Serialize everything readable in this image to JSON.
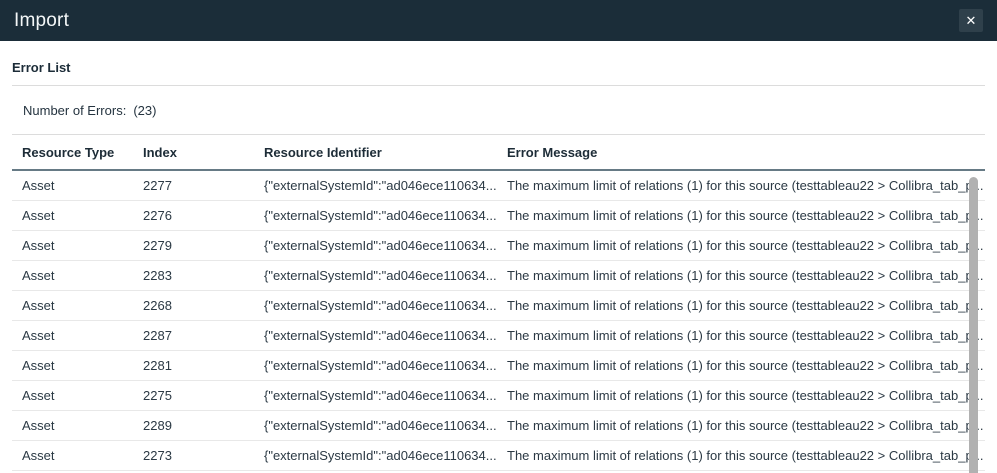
{
  "modal": {
    "title": "Import",
    "close_icon": "✕"
  },
  "error_list": {
    "heading": "Error List",
    "count_label": "Number of Errors:",
    "count_value": "(23)"
  },
  "table": {
    "columns": [
      "Resource Type",
      "Index",
      "Resource Identifier",
      "Error Message"
    ],
    "rows": [
      {
        "resource_type": "Asset",
        "index": "2277",
        "resource_identifier": "{\"externalSystemId\":\"ad046ece110634...",
        "error_message": "The maximum limit of relations (1) for this source (testtableau22 > Collibra_tab_p..."
      },
      {
        "resource_type": "Asset",
        "index": "2276",
        "resource_identifier": "{\"externalSystemId\":\"ad046ece110634...",
        "error_message": "The maximum limit of relations (1) for this source (testtableau22 > Collibra_tab_p..."
      },
      {
        "resource_type": "Asset",
        "index": "2279",
        "resource_identifier": "{\"externalSystemId\":\"ad046ece110634...",
        "error_message": "The maximum limit of relations (1) for this source (testtableau22 > Collibra_tab_p..."
      },
      {
        "resource_type": "Asset",
        "index": "2283",
        "resource_identifier": "{\"externalSystemId\":\"ad046ece110634...",
        "error_message": "The maximum limit of relations (1) for this source (testtableau22 > Collibra_tab_p..."
      },
      {
        "resource_type": "Asset",
        "index": "2268",
        "resource_identifier": "{\"externalSystemId\":\"ad046ece110634...",
        "error_message": "The maximum limit of relations (1) for this source (testtableau22 > Collibra_tab_p..."
      },
      {
        "resource_type": "Asset",
        "index": "2287",
        "resource_identifier": "{\"externalSystemId\":\"ad046ece110634...",
        "error_message": "The maximum limit of relations (1) for this source (testtableau22 > Collibra_tab_p..."
      },
      {
        "resource_type": "Asset",
        "index": "2281",
        "resource_identifier": "{\"externalSystemId\":\"ad046ece110634...",
        "error_message": "The maximum limit of relations (1) for this source (testtableau22 > Collibra_tab_p..."
      },
      {
        "resource_type": "Asset",
        "index": "2275",
        "resource_identifier": "{\"externalSystemId\":\"ad046ece110634...",
        "error_message": "The maximum limit of relations (1) for this source (testtableau22 > Collibra_tab_p..."
      },
      {
        "resource_type": "Asset",
        "index": "2289",
        "resource_identifier": "{\"externalSystemId\":\"ad046ece110634...",
        "error_message": "The maximum limit of relations (1) for this source (testtableau22 > Collibra_tab_p..."
      },
      {
        "resource_type": "Asset",
        "index": "2273",
        "resource_identifier": "{\"externalSystemId\":\"ad046ece110634...",
        "error_message": "The maximum limit of relations (1) for this source (testtableau22 > Collibra_tab_p..."
      }
    ]
  }
}
